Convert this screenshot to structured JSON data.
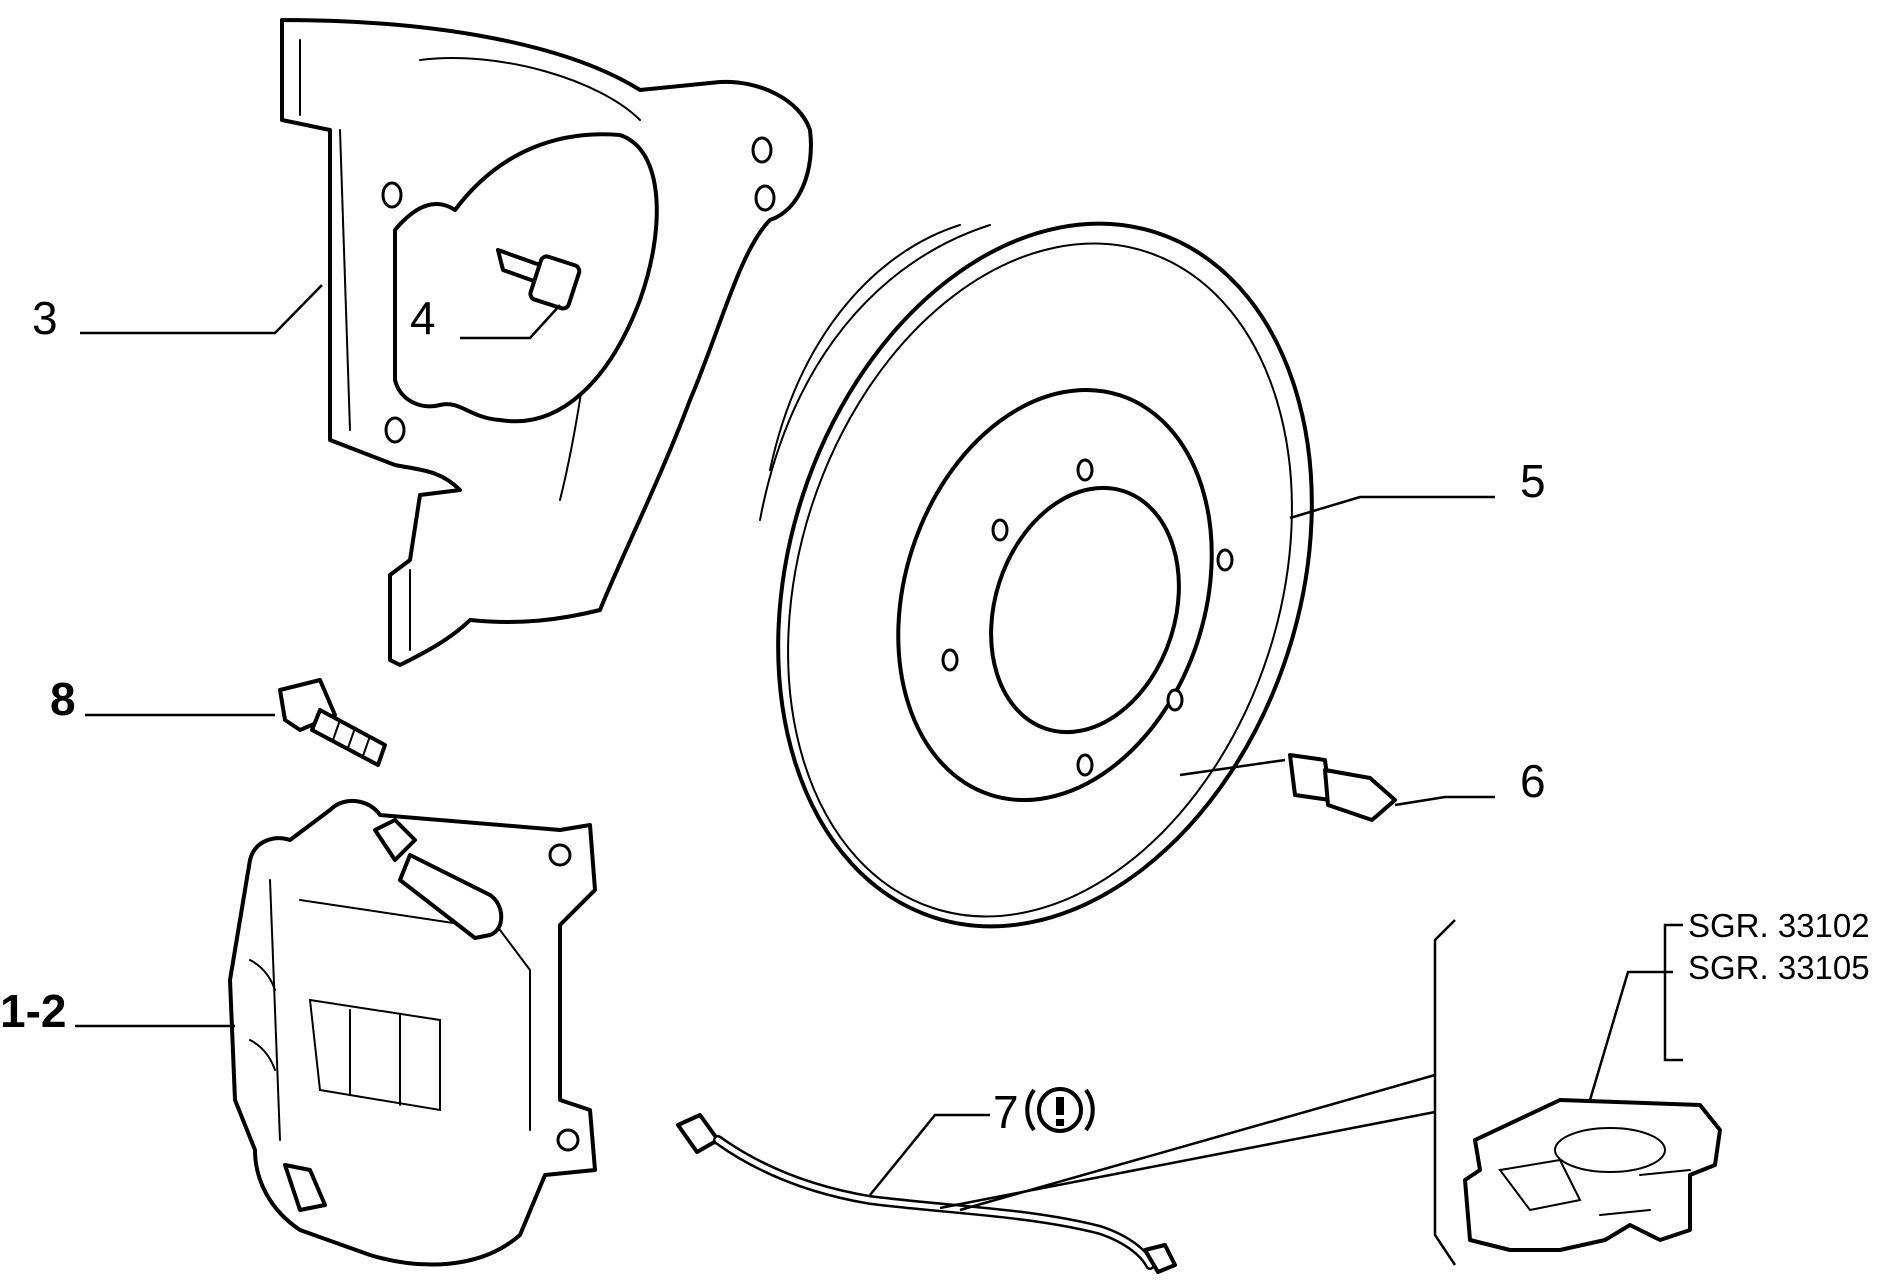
{
  "callouts": {
    "c1_2": "1-2",
    "c3": "3",
    "c4": "4",
    "c5": "5",
    "c6": "6",
    "c7": "7",
    "c8": "8"
  },
  "reference": {
    "line1": "SGR. 33102",
    "line2": "SGR. 33105"
  },
  "icons": {
    "warning": "exclamation-in-circle-icon"
  }
}
